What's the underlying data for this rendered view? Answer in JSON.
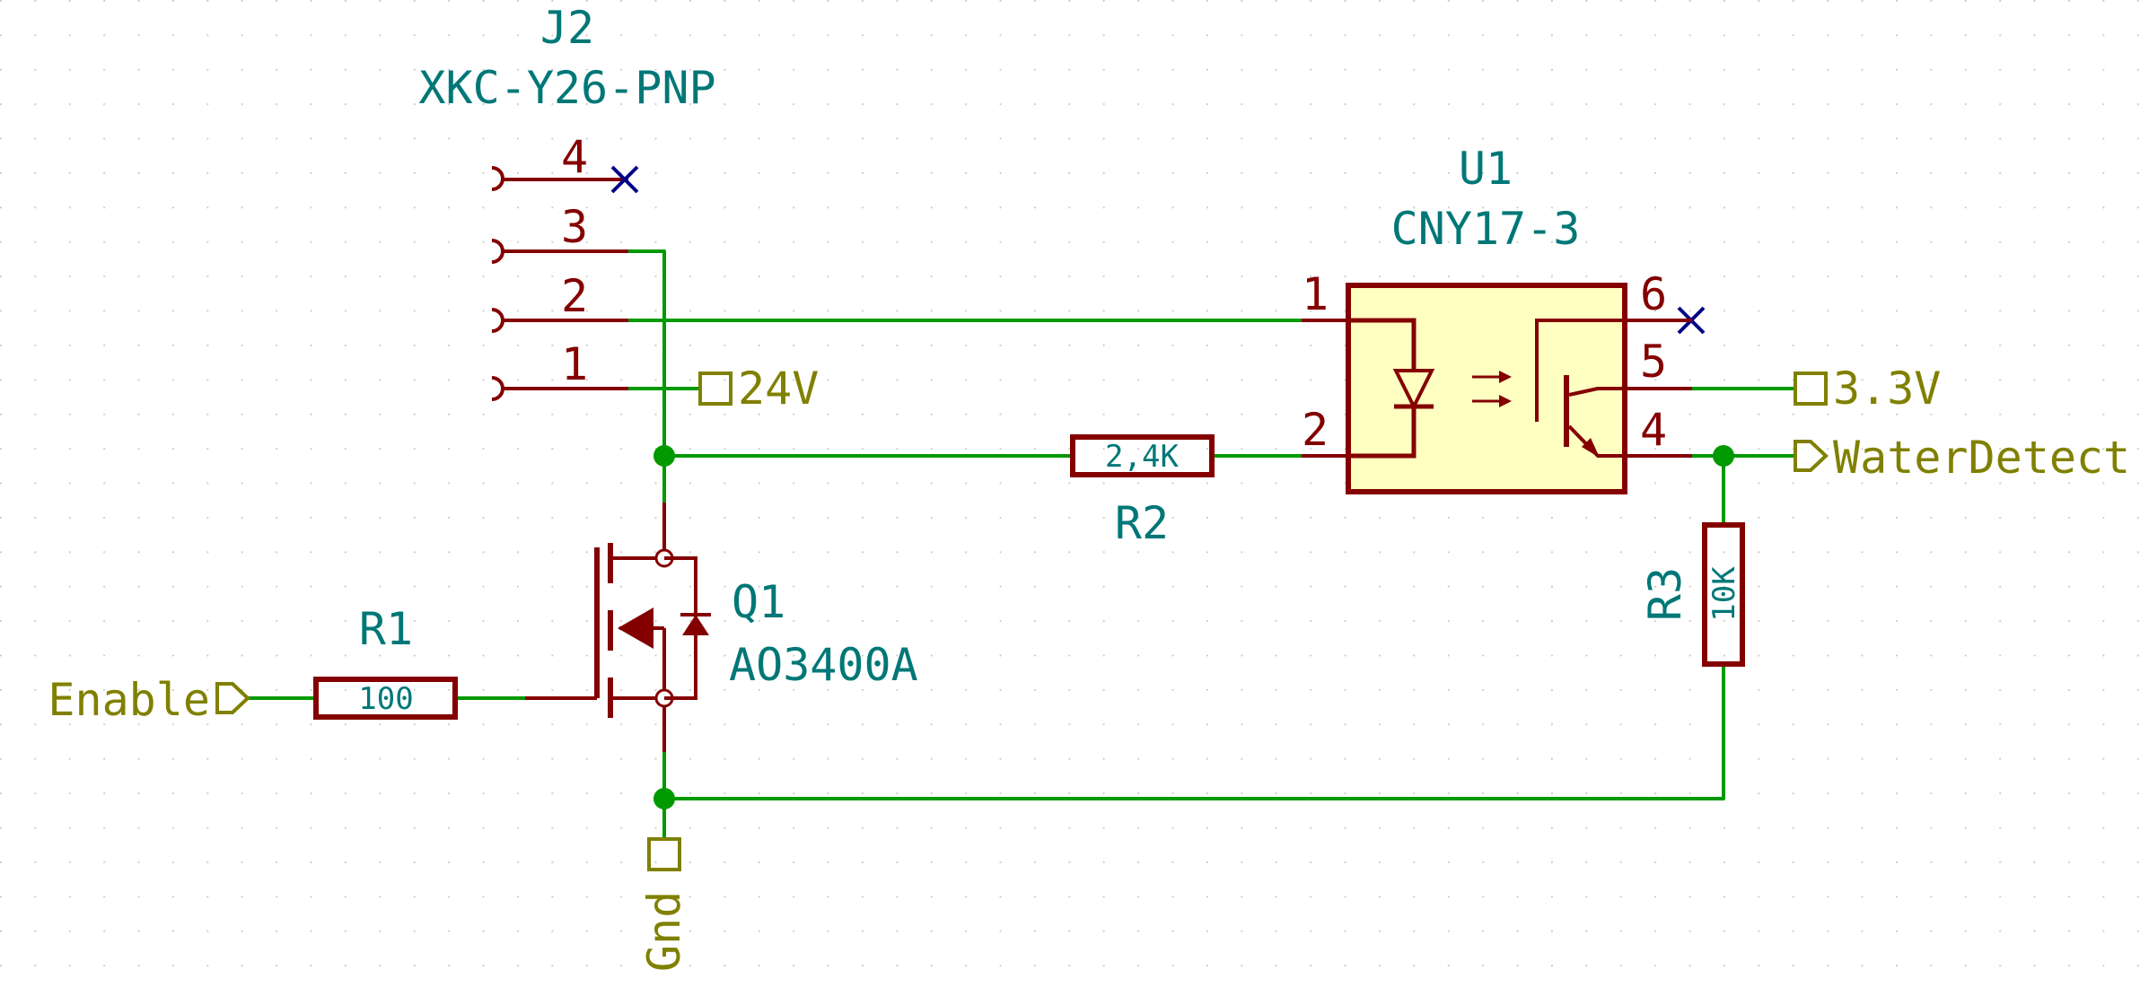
{
  "connector": {
    "ref": "J2",
    "value": "XKC-Y26-PNP",
    "pins": [
      "4",
      "3",
      "2",
      "1"
    ]
  },
  "optocoupler": {
    "ref": "U1",
    "value": "CNY17-3",
    "pins": {
      "p1": "1",
      "p2": "2",
      "p4": "4",
      "p5": "5",
      "p6": "6"
    }
  },
  "resistors": {
    "r1": {
      "ref": "R1",
      "value": "100"
    },
    "r2": {
      "ref": "R2",
      "value": "2,4K"
    },
    "r3": {
      "ref": "R3",
      "value": "10K"
    }
  },
  "mosfet": {
    "ref": "Q1",
    "value": "AO3400A"
  },
  "labels": {
    "v24": "24V",
    "v33": "3.3V",
    "water": "WaterDetect",
    "enable": "Enable",
    "gnd": "Gnd"
  },
  "colors": {
    "wire": "#009900",
    "component": "#840000",
    "reference": "#007777",
    "label": "#808000",
    "body_fill": "#ffffc2",
    "no_connect": "#000088"
  }
}
